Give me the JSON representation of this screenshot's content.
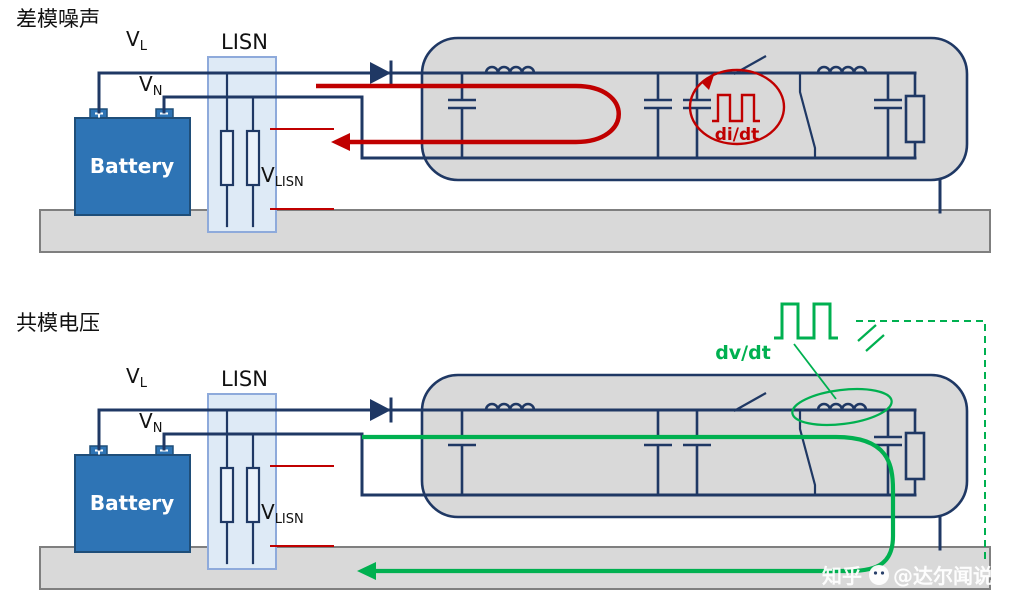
{
  "top_diagram": {
    "title": "差模噪声",
    "labels": {
      "v_l_main": "V",
      "v_l_sub": "L",
      "lisn": "LISN",
      "v_n_main": "V",
      "v_n_sub": "N",
      "battery": "Battery",
      "v_lisn_main": "V",
      "v_lisn_sub": "LISN",
      "didt": "di/dt"
    }
  },
  "bottom_diagram": {
    "title": "共模电压",
    "labels": {
      "v_l_main": "V",
      "v_l_sub": "L",
      "lisn": "LISN",
      "v_n_main": "V",
      "v_n_sub": "N",
      "battery": "Battery",
      "v_lisn_main": "V",
      "v_lisn_sub": "LISN",
      "dvdt": "dv/dt"
    }
  },
  "watermark": {
    "brand": "知乎",
    "handle": "@达尔闻说"
  },
  "colors": {
    "wire": "#1F3864",
    "battery_fill": "#2E74B5",
    "battery_border": "#1F4E79",
    "lisn_fill": "#DEEAF6",
    "lisn_border": "#8EAADB",
    "box_fill": "#D9D9D9",
    "ground_fill": "#D9D9D9",
    "noise_red": "#C00000",
    "noise_green": "#00B050"
  }
}
